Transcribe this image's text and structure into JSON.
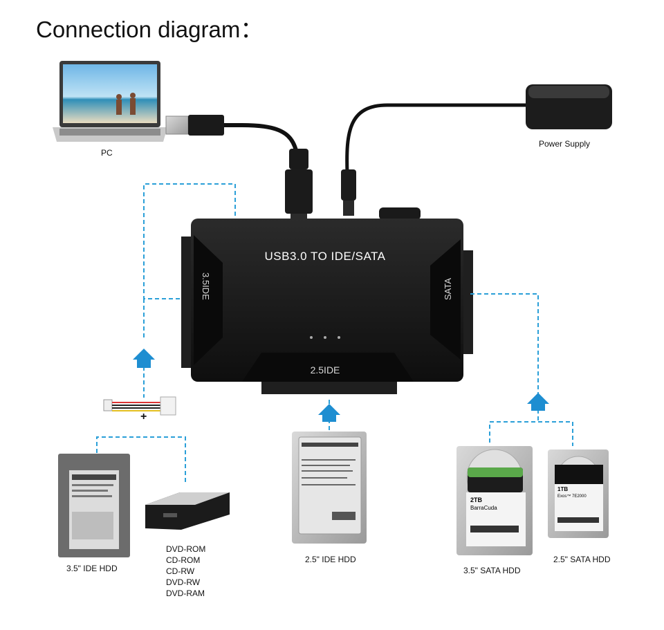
{
  "title": "Connection diagram：",
  "device": {
    "label": "USB3.0  TO  IDE/SATA",
    "port_left": "3.5IDE",
    "port_right": "SATA",
    "port_bottom": "2.5IDE"
  },
  "labels": {
    "pc": "PC",
    "power_supply": "Power Supply",
    "ide35": "3.5\" IDE HDD",
    "ide25": "2.5\" IDE HDD",
    "sata35": "3.5\" SATA HDD",
    "sata25": "2.5\" SATA HDD",
    "plus": "+"
  },
  "optical_drives": [
    "DVD-ROM",
    "CD-ROM",
    "CD-RW",
    "DVD-RW",
    "DVD-RAM"
  ],
  "hdd_labels": {
    "sata35_capacity": "2TB",
    "sata35_brand": "BarraCuda",
    "sata25_capacity": "1TB",
    "sata25_brand": "Exos™ 7E2000"
  },
  "colors": {
    "dashed_line": "#2a9fd8",
    "arrow": "#1e8ed1",
    "device_body": "#161616"
  }
}
